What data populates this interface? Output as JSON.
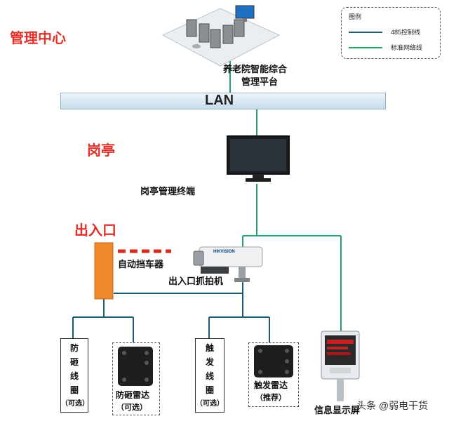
{
  "zones": {
    "mgmt_center": "管理中心",
    "booth": "岗亭",
    "entrance": "出入口"
  },
  "platform": {
    "label_line1": "养老院智能综合",
    "label_line2": "管理平台"
  },
  "network": {
    "lan_label": "LAN"
  },
  "booth_terminal": {
    "label": "岗亭管理终端"
  },
  "barrier": {
    "label": "自动挡车器"
  },
  "camera": {
    "label": "出入口抓拍机",
    "brand": "HIKVISION"
  },
  "devices": {
    "anti_smash_coil": {
      "lines": [
        "防",
        "砸",
        "线",
        "圈",
        "（可选）"
      ]
    },
    "anti_smash_radar": {
      "line1": "防砸雷达",
      "line2": "（可选）"
    },
    "trigger_coil": {
      "lines": [
        "触",
        "发",
        "线",
        "圈",
        "（可选）"
      ]
    },
    "trigger_radar": {
      "line1": "触发雷达",
      "line2": "（推荐）"
    },
    "info_display": {
      "label": "信息显示屏"
    }
  },
  "legend": {
    "title": "图例",
    "items": [
      {
        "label": "485控制线",
        "color": "#1a5b78"
      },
      {
        "label": "标准网络线",
        "color": "#22a36a"
      }
    ]
  },
  "watermark": {
    "text": "头条 @弱电干货"
  },
  "colors": {
    "zone_label": "#e0302a",
    "network_line": "#22a36a",
    "control_line": "#1a5b78",
    "barrier": "#f08a2c",
    "lan_bar": "#c6dbe9"
  }
}
